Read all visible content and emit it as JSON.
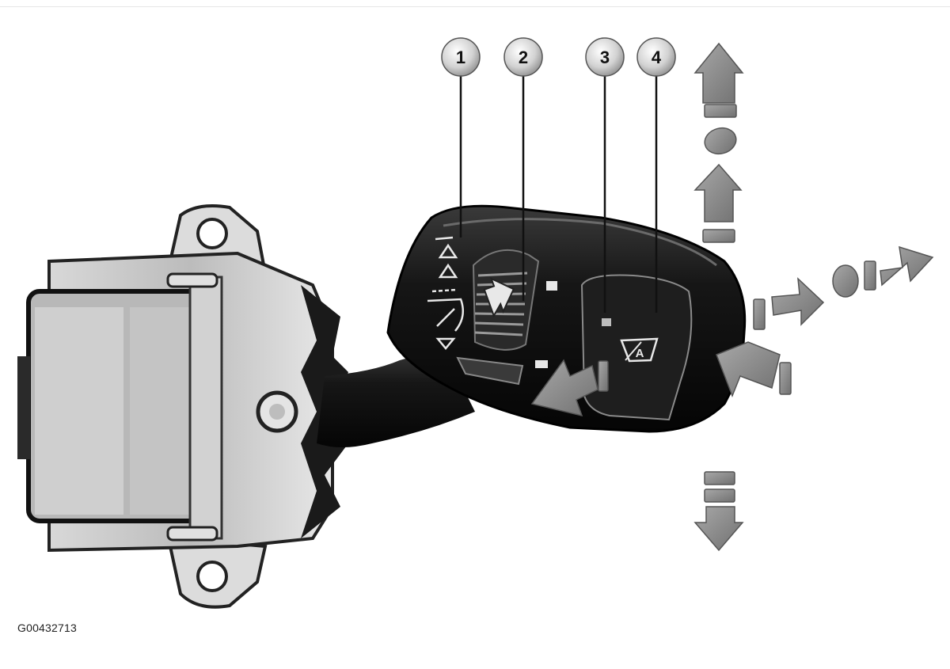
{
  "figure_id": "G00432713",
  "callouts": [
    "1",
    "2",
    "3",
    "4"
  ],
  "icons": [
    "wiper-stalk",
    "switch-housing",
    "rotary-interval-dial",
    "rear-wiper-button",
    "motion-arrows"
  ],
  "colors": {
    "background": "#ffffff",
    "stalk": "#151515",
    "housing": "#c9c9c9",
    "arrow": "#8f8f8f",
    "callout": "#d6d6d6"
  }
}
